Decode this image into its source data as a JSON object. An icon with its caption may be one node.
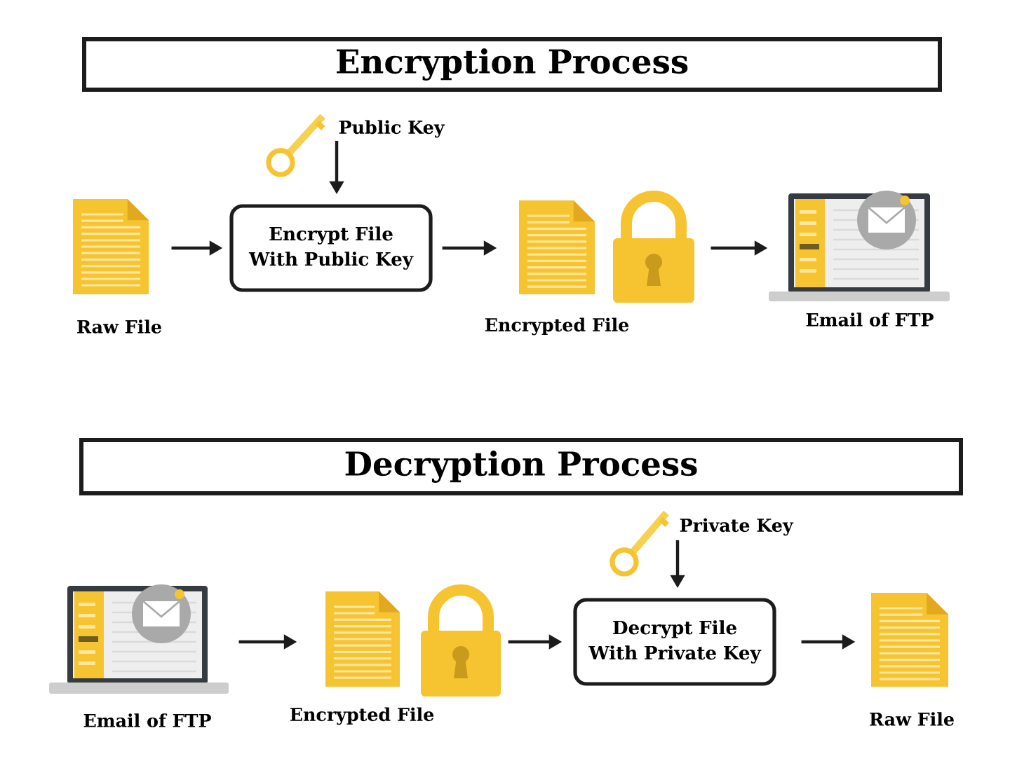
{
  "diagram": {
    "nodes": [
      {
        "text": [
          "Encryption Process"
        ]
      },
      {
        "text": [],
        "shape": "picture",
        "beside": [
          "Raw File"
        ]
      },
      {
        "text": [
          "Public Key"
        ]
      },
      {
        "text": [
          "Encrypt File With Public Key"
        ]
      },
      {
        "text": [],
        "shape": "picture",
        "beside": [
          "Encrypted File"
        ]
      },
      {
        "text": [],
        "shape": "picture",
        "beside": [
          "Email of FTP"
        ]
      },
      {
        "text": [
          "Decryption Process"
        ]
      },
      {
        "text": [],
        "shape": "picture",
        "beside": [
          "Email of FTP"
        ]
      },
      {
        "text": [],
        "shape": "picture",
        "beside": [
          "Encrypted File"
        ]
      },
      {
        "text": [
          "Private Key"
        ]
      },
      {
        "text": [
          "Decrypt File With Private Key"
        ]
      },
      {
        "text": [],
        "shape": "picture",
        "beside": [
          "Raw File"
        ]
      }
    ],
    "edges": [
      {
        "from": 1,
        "to": 3,
        "arrow": "to"
      },
      {
        "from": 2,
        "to": 3,
        "arrow": "to"
      },
      {
        "from": 3,
        "to": 4,
        "arrow": "to"
      },
      {
        "from": 4,
        "to": 5,
        "arrow": "to"
      },
      {
        "from": 7,
        "to": 8,
        "arrow": "to"
      },
      {
        "from": 8,
        "to": 10,
        "arrow": "to"
      },
      {
        "from": 9,
        "to": 10,
        "arrow": "to"
      },
      {
        "from": 10,
        "to": 11,
        "arrow": "to"
      }
    ]
  }
}
